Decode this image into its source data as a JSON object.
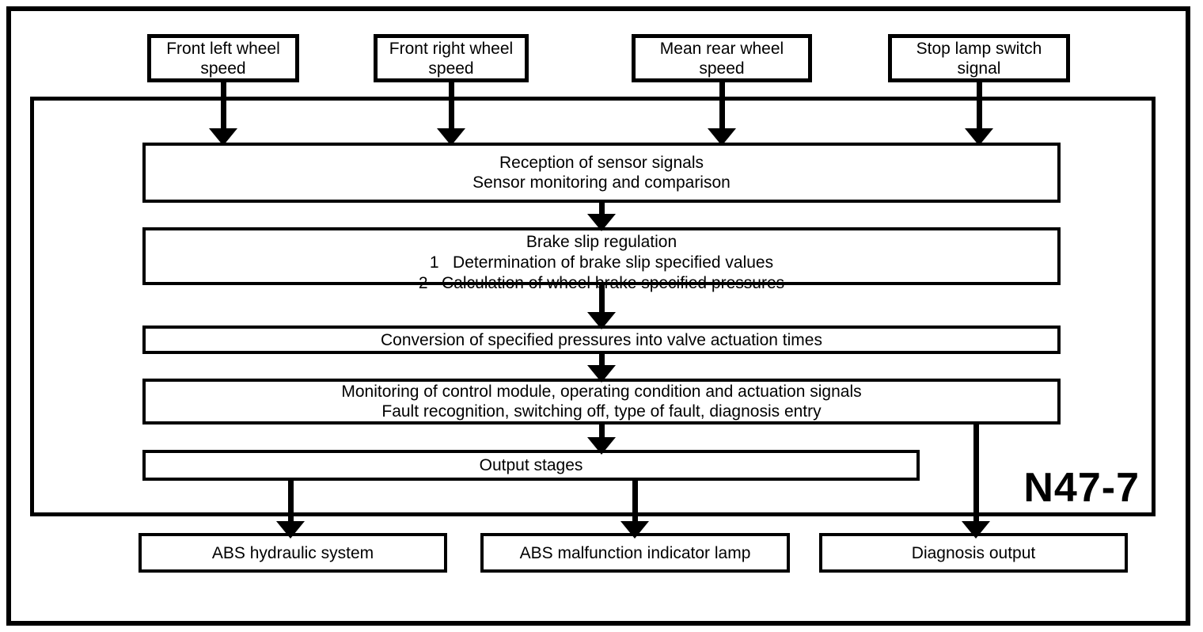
{
  "diagram": {
    "colors": {
      "line": "#000000",
      "background": "#ffffff"
    },
    "inputs": [
      {
        "label": "Front left wheel\nspeed"
      },
      {
        "label": "Front right wheel\nspeed"
      },
      {
        "label": "Mean rear wheel\nspeed"
      },
      {
        "label": "Stop lamp switch\nsignal"
      }
    ],
    "ecu": {
      "designation": "N47-7",
      "stages": [
        {
          "lines": [
            "Reception of sensor signals",
            "Sensor monitoring and comparison"
          ]
        },
        {
          "lines": [
            "Brake slip regulation",
            "1   Determination of brake slip specified values",
            "2   Calculation of wheel brake specified pressures"
          ]
        },
        {
          "lines": [
            "Conversion of specified pressures into valve actuation times"
          ]
        },
        {
          "lines": [
            "Monitoring of control module, operating condition and actuation signals",
            "Fault recognition, switching off, type of fault, diagnosis entry"
          ]
        },
        {
          "lines": [
            "Output stages"
          ]
        }
      ]
    },
    "outputs": [
      {
        "label": "ABS hydraulic system"
      },
      {
        "label": "ABS malfunction indicator lamp"
      },
      {
        "label": "Diagnosis output"
      }
    ]
  }
}
